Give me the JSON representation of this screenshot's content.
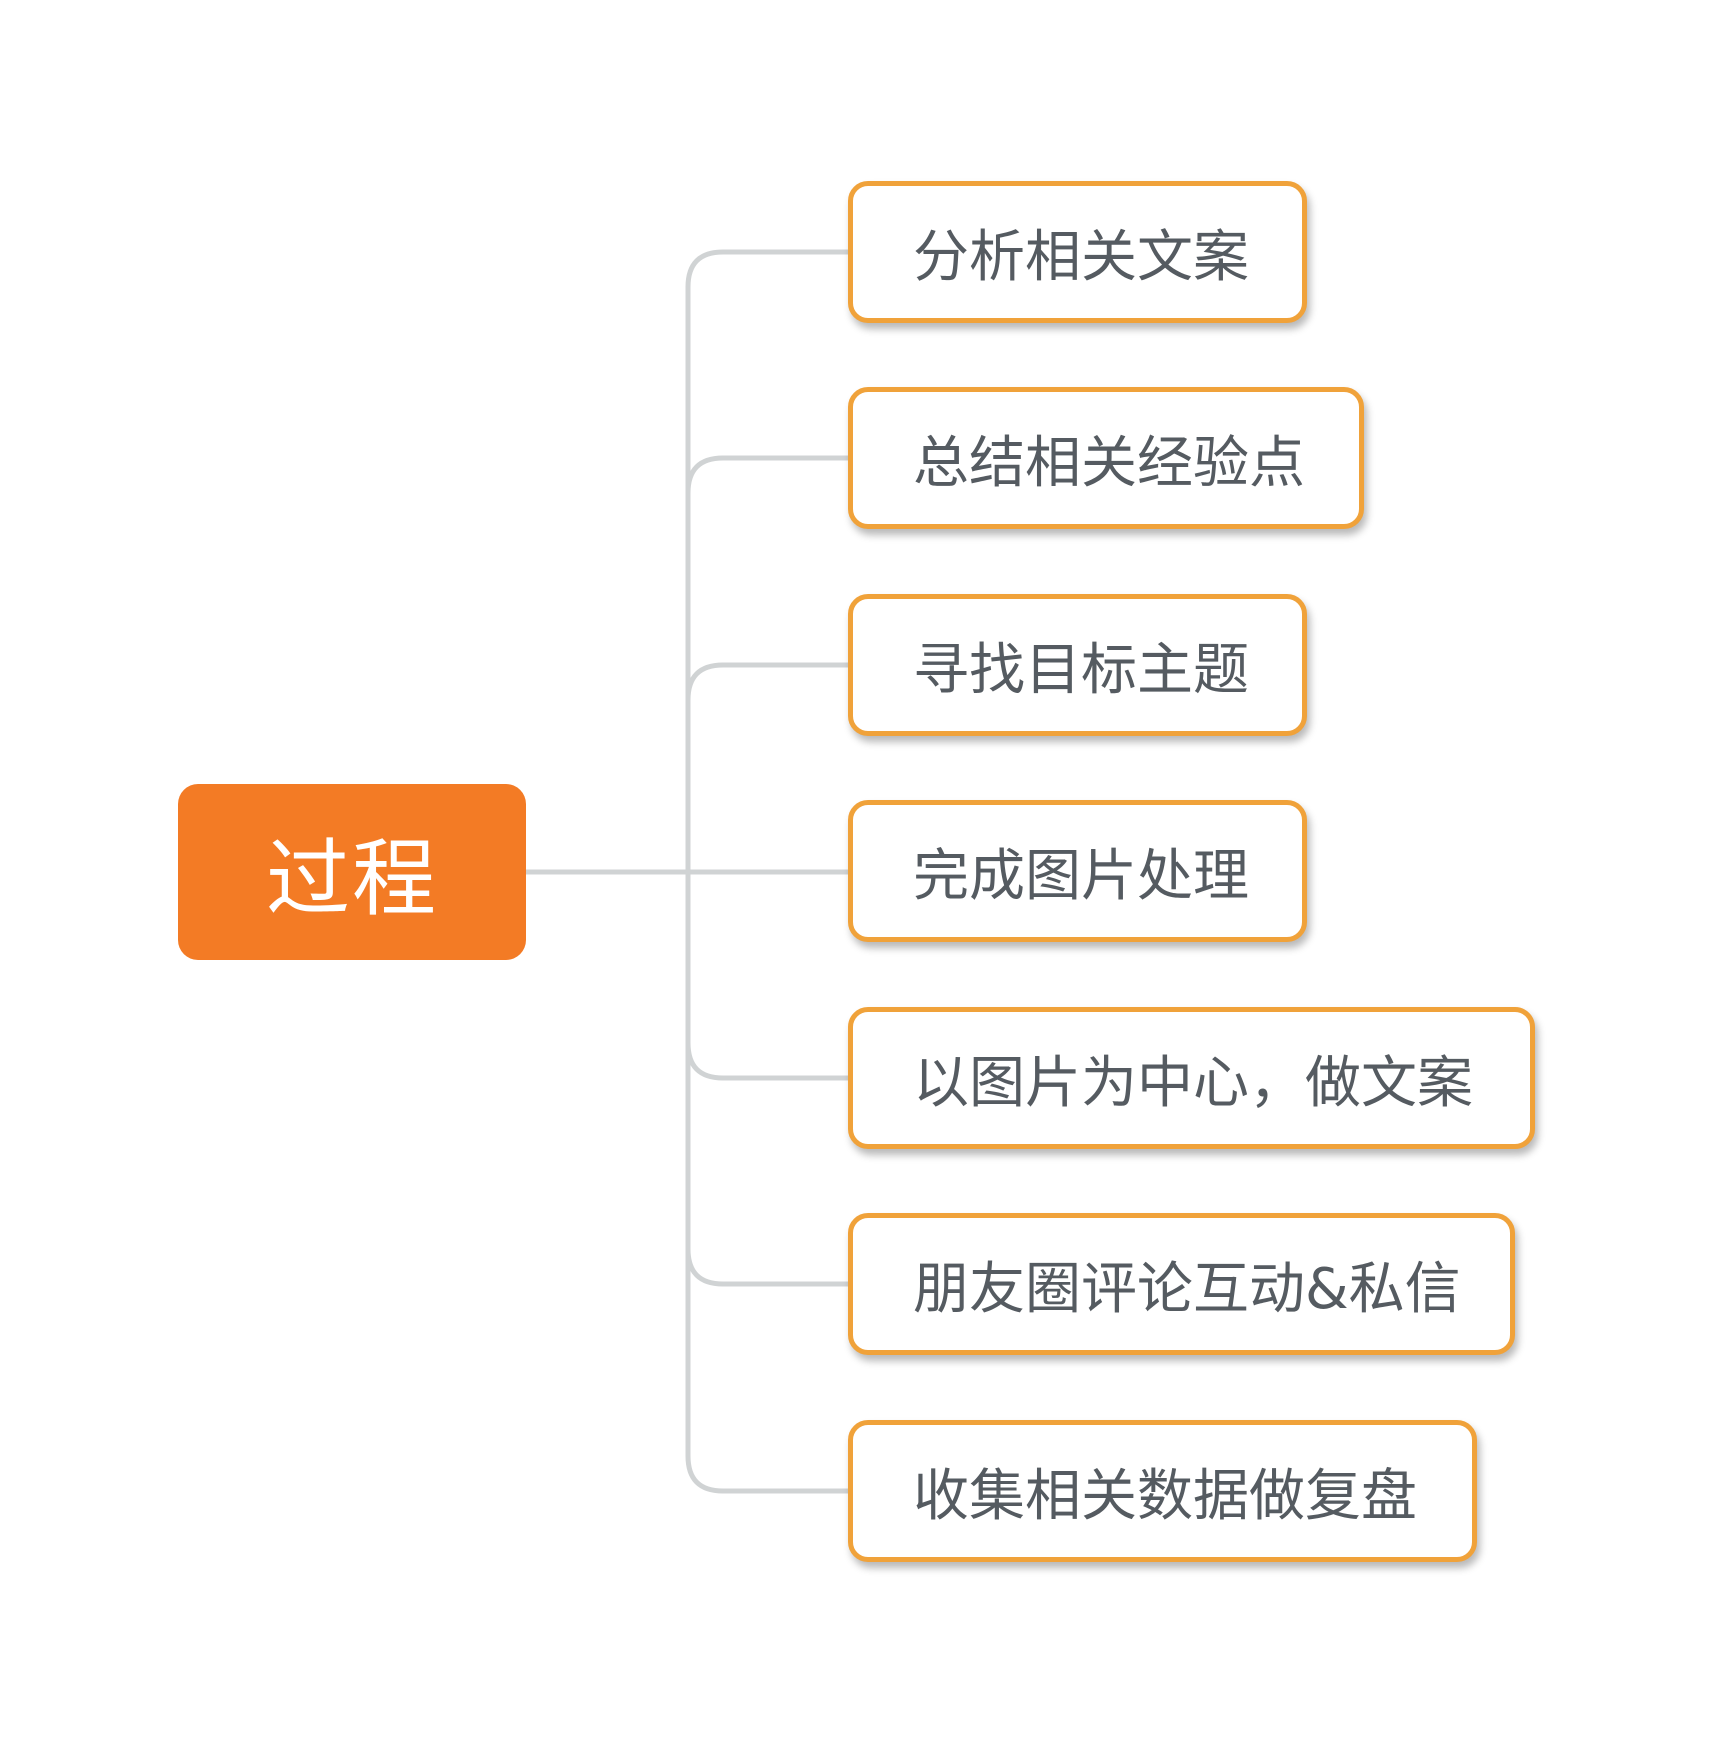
{
  "root": {
    "label": "过程",
    "color": "#f37b25"
  },
  "children": [
    {
      "label": "分析相关文案"
    },
    {
      "label": "总结相关经验点"
    },
    {
      "label": "寻找目标主题"
    },
    {
      "label": "完成图片处理"
    },
    {
      "label": "以图片为中心，做文案"
    },
    {
      "label": "朋友圈评论互动&私信"
    },
    {
      "label": "收集相关数据做复盘"
    }
  ],
  "colors": {
    "node_border": "#f0a23a",
    "connector": "#d0d3d4",
    "child_text": "#555b61"
  }
}
